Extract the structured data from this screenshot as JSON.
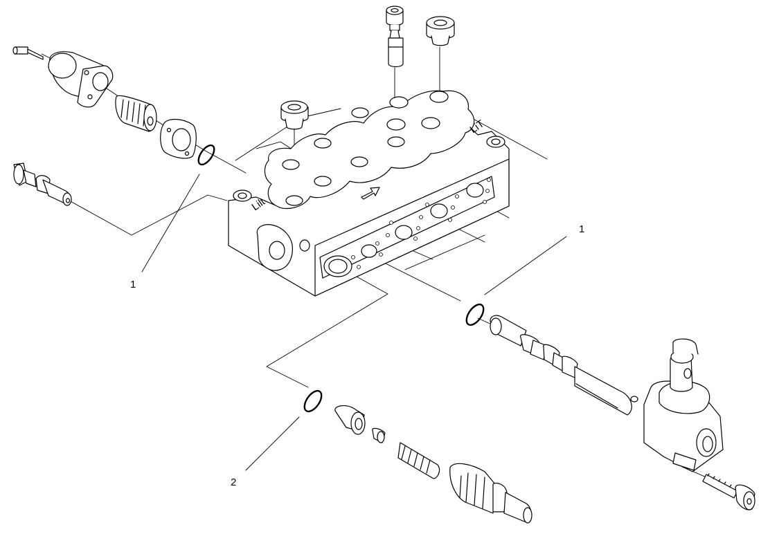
{
  "callouts": [
    {
      "id": "oring-upper-left",
      "label": "1"
    },
    {
      "id": "oring-right",
      "label": "1"
    },
    {
      "id": "oring-bottom",
      "label": "2"
    }
  ],
  "body_markings": {
    "left_marking": "Lilt",
    "right_marking": "LiT"
  },
  "colors": {
    "line": "#000000",
    "fill": "#ffffff"
  }
}
